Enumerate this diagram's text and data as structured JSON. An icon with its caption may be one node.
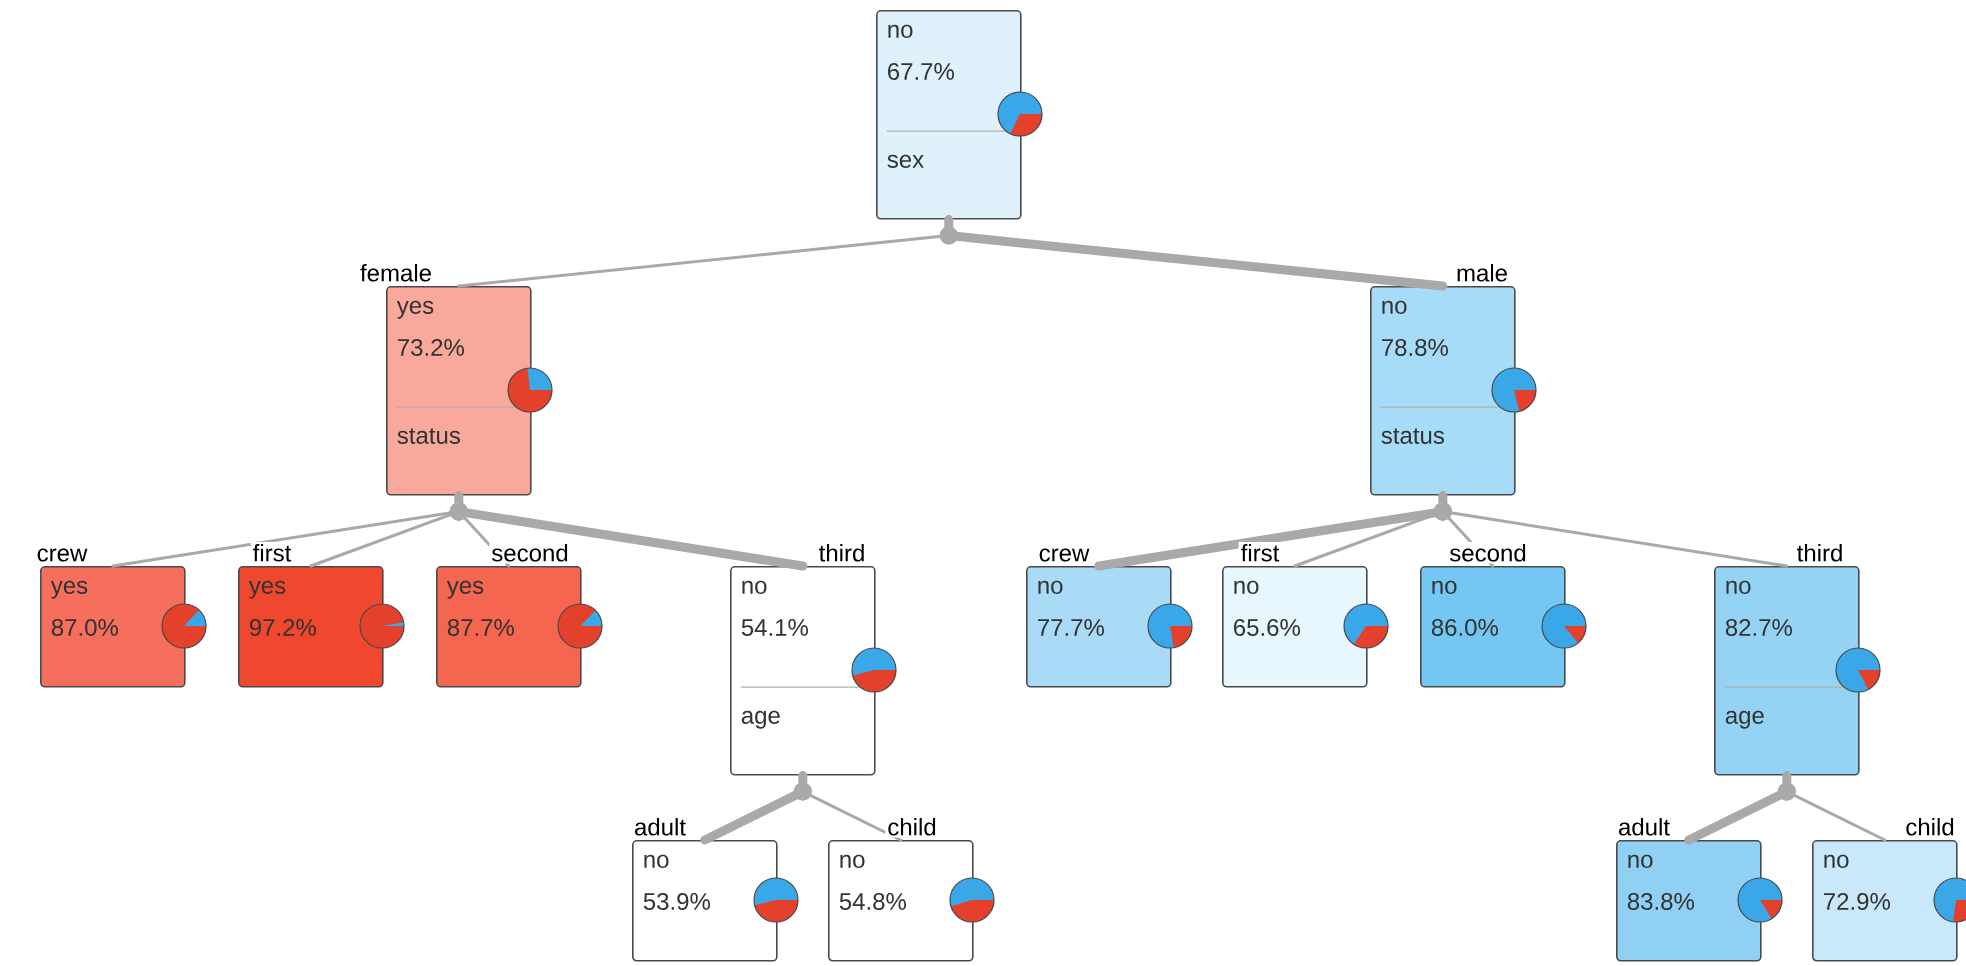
{
  "diagram": {
    "nodes": [
      {
        "text": [
          "no",
          "67.7%",
          "sex"
        ]
      },
      {
        "text": [
          "yes",
          "73.2%",
          "status"
        ]
      },
      {
        "text": [
          "no",
          "78.8%",
          "status"
        ]
      },
      {
        "text": [
          "yes",
          "87.0%"
        ]
      },
      {
        "text": [
          "yes",
          "97.2%"
        ]
      },
      {
        "text": [
          "yes",
          "87.7%"
        ]
      },
      {
        "text": [
          "no",
          "54.1%",
          "age"
        ]
      },
      {
        "text": [
          "no",
          "77.7%"
        ]
      },
      {
        "text": [
          "no",
          "65.6%"
        ]
      },
      {
        "text": [
          "no",
          "86.0%"
        ]
      },
      {
        "text": [
          "no",
          "82.7%",
          "age"
        ]
      },
      {
        "text": [
          "no",
          "53.9%"
        ]
      },
      {
        "text": [
          "no",
          "54.8%"
        ]
      },
      {
        "text": [
          "no",
          "83.8%"
        ]
      },
      {
        "text": [
          "no",
          "72.9%"
        ]
      }
    ],
    "edges": [
      {
        "from": 0,
        "to": 1,
        "arrow": "other",
        "label": "female"
      },
      {
        "from": 0,
        "to": 2,
        "arrow": "other",
        "label": "male",
        "style": "thick"
      },
      {
        "from": 1,
        "to": 3,
        "arrow": "other",
        "label": "crew"
      },
      {
        "from": 1,
        "to": 4,
        "arrow": "other",
        "label": "first"
      },
      {
        "from": 1,
        "to": 5,
        "arrow": "other",
        "label": "second"
      },
      {
        "from": 1,
        "to": 6,
        "arrow": "other",
        "label": "third",
        "style": "thick"
      },
      {
        "from": 2,
        "to": 7,
        "arrow": "other",
        "label": "crew",
        "style": "thick"
      },
      {
        "from": 2,
        "to": 8,
        "arrow": "other",
        "label": "first"
      },
      {
        "from": 2,
        "to": 9,
        "arrow": "other",
        "label": "second"
      },
      {
        "from": 2,
        "to": 10,
        "arrow": "other",
        "label": "third"
      },
      {
        "from": 6,
        "to": 11,
        "arrow": "other",
        "label": "adult",
        "style": "thick"
      },
      {
        "from": 6,
        "to": 12,
        "arrow": "other",
        "label": "child"
      },
      {
        "from": 10,
        "to": 13,
        "arrow": "other",
        "label": "adult",
        "style": "thick"
      },
      {
        "from": 10,
        "to": 14,
        "arrow": "other",
        "label": "child"
      }
    ]
  }
}
